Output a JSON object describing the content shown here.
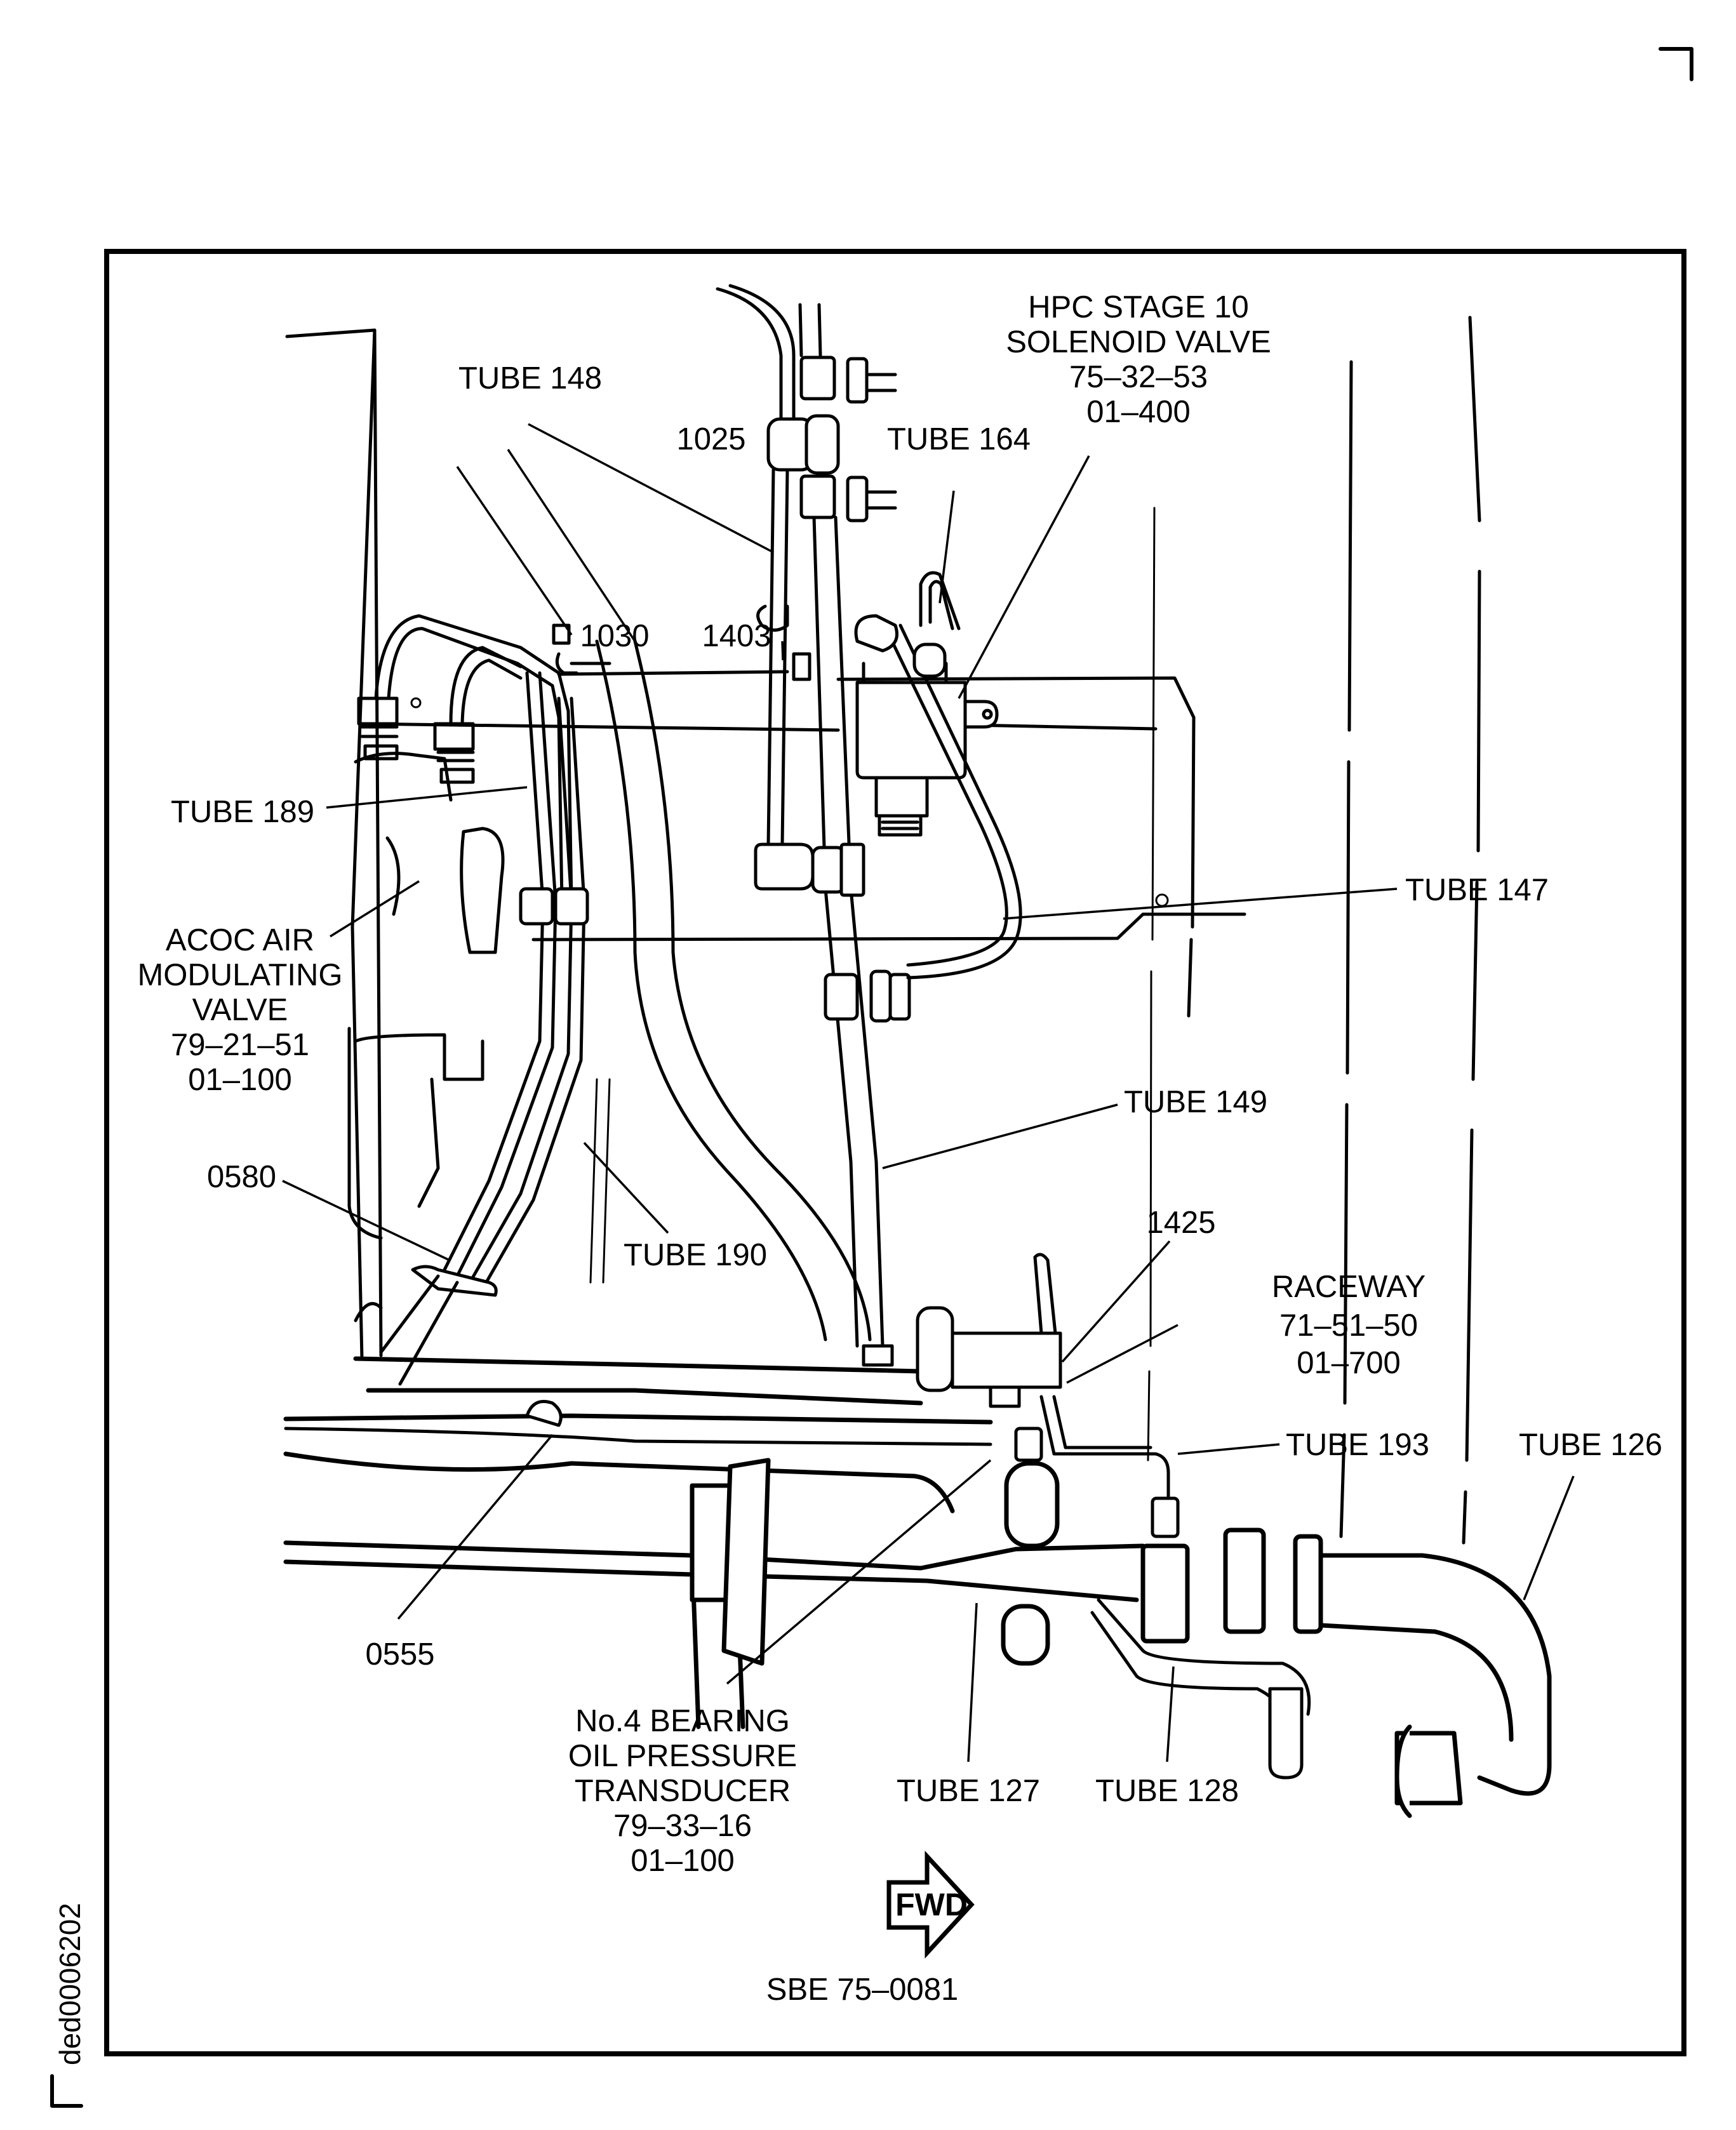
{
  "figure": {
    "side_id": "ded0006202",
    "reference": "SBE 75–0081",
    "direction_arrow": "FWD"
  },
  "callouts": {
    "hpc_valve": [
      "HPC STAGE 10",
      "SOLENOID VALVE",
      "75–32–53",
      "01–400"
    ],
    "tube_148": "TUBE 148",
    "item_1025": "1025",
    "tube_164": "TUBE 164",
    "item_1030": "1030",
    "item_1403": "1403",
    "tube_189": "TUBE 189",
    "acoc_valve": [
      "ACOC AIR",
      "MODULATING",
      "VALVE",
      "79–21–51",
      "01–100"
    ],
    "tube_147": "TUBE 147",
    "tube_149": "TUBE 149",
    "item_0580": "0580",
    "tube_190": "TUBE 190",
    "item_1425": "1425",
    "raceway": [
      "RACEWAY",
      "71–51–50",
      "01–700"
    ],
    "tube_193": "TUBE 193",
    "tube_126": "TUBE 126",
    "item_0555": "0555",
    "transducer": [
      "No.4 BEARING",
      "OIL PRESSURE",
      "TRANSDUCER",
      "79–33–16",
      "01–100"
    ],
    "tube_127": "TUBE 127",
    "tube_128": "TUBE 128"
  }
}
